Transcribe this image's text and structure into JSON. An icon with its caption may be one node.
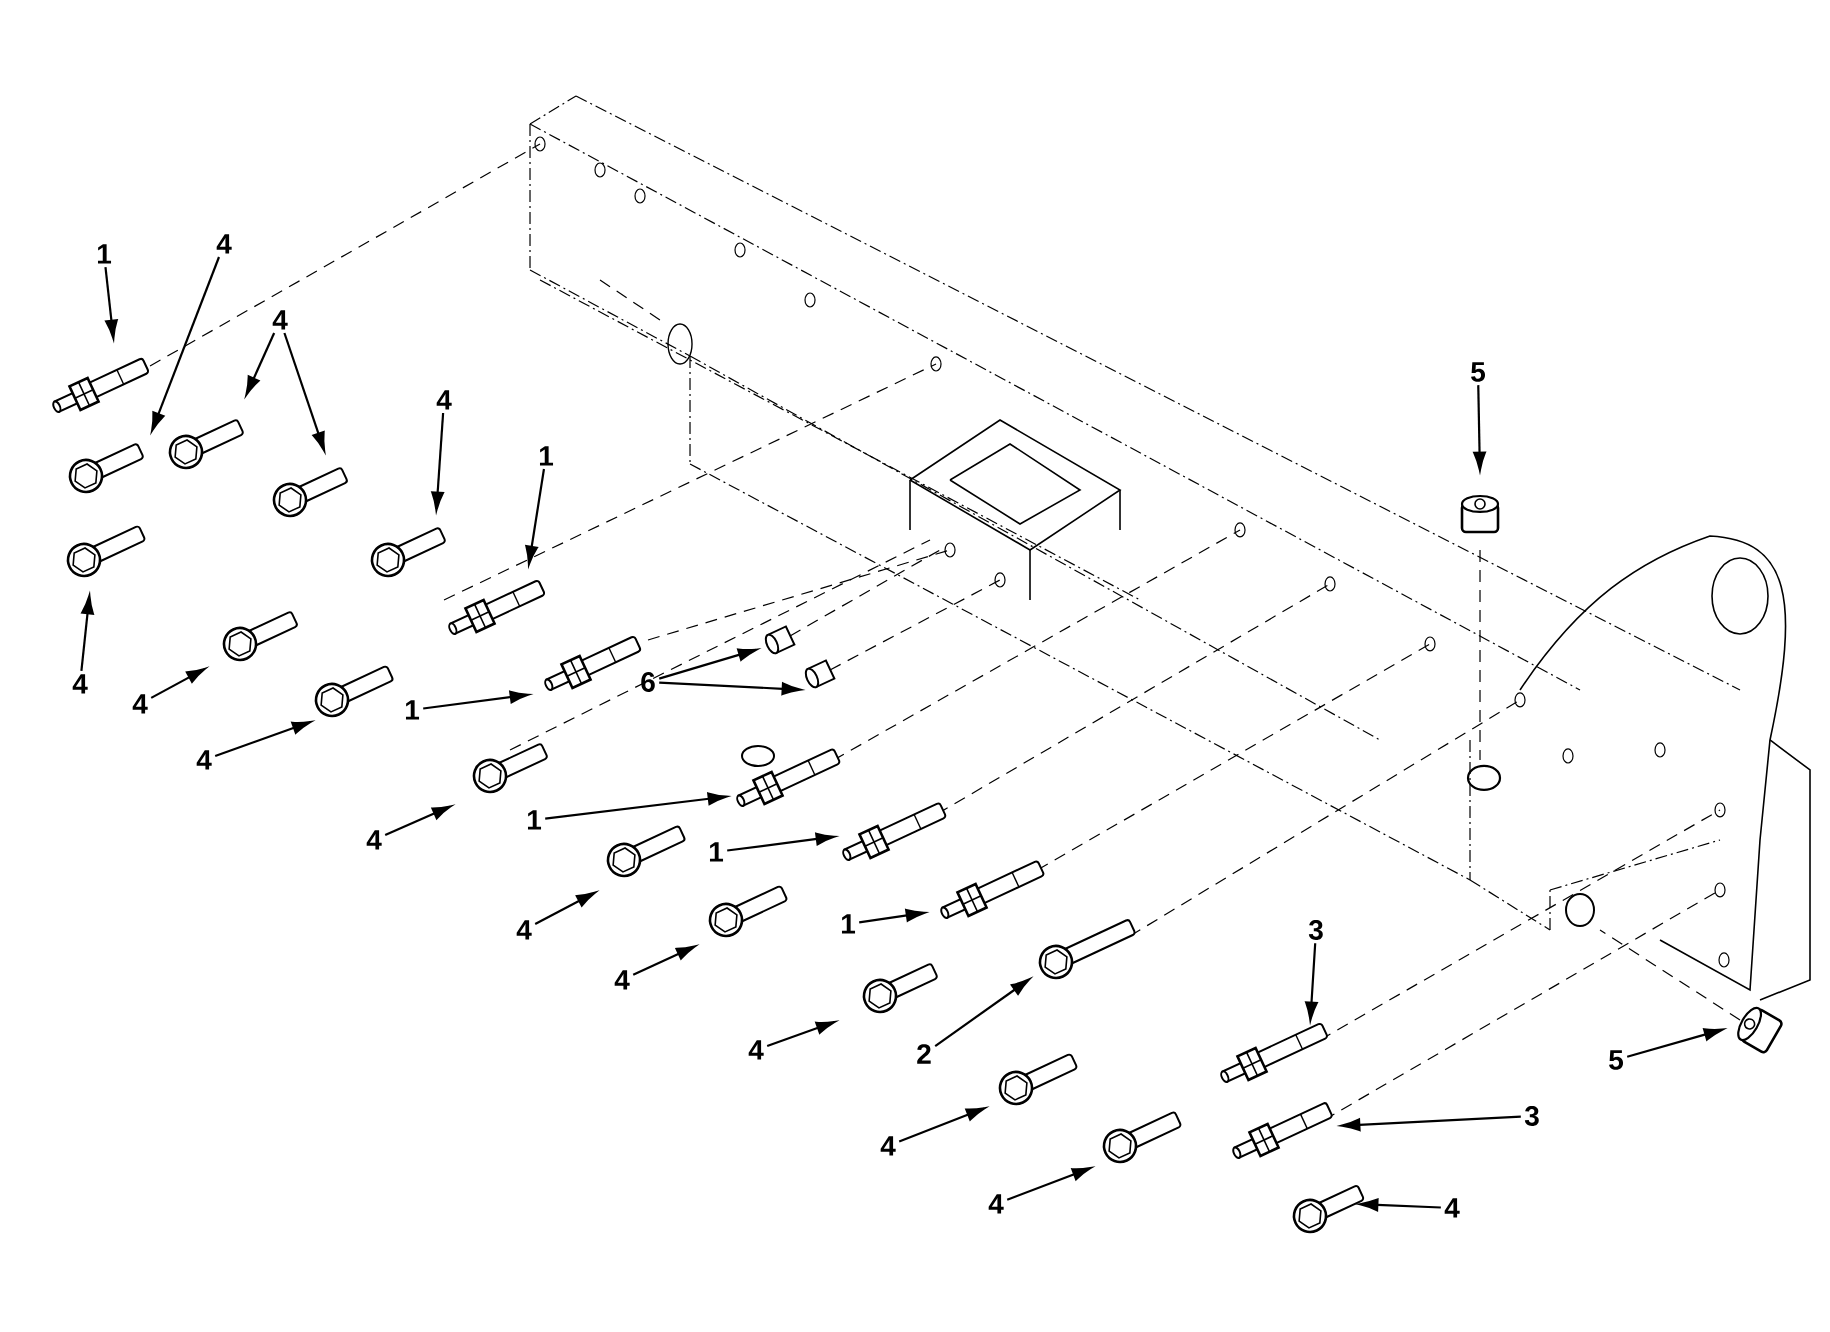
{
  "diagram": {
    "nodes": [
      {
        "text": [
          "1"
        ]
      },
      {
        "text": [
          "4"
        ]
      },
      {
        "text": [
          "4"
        ]
      },
      {
        "text": [
          "5"
        ]
      },
      {
        "text": [
          "4"
        ]
      },
      {
        "text": [
          "1"
        ]
      },
      {
        "text": [
          "4"
        ]
      },
      {
        "text": [
          "6"
        ]
      },
      {
        "text": [
          "4"
        ]
      },
      {
        "text": [
          "1"
        ]
      },
      {
        "text": [
          "4"
        ]
      },
      {
        "text": [
          "1"
        ]
      },
      {
        "text": [
          "4"
        ]
      },
      {
        "text": [
          "1"
        ]
      },
      {
        "text": [
          "1"
        ]
      },
      {
        "text": [
          "3"
        ]
      },
      {
        "text": [
          "4"
        ]
      },
      {
        "text": [
          "4"
        ]
      },
      {
        "text": [
          "2"
        ]
      },
      {
        "text": [
          "4"
        ]
      },
      {
        "text": [
          "5"
        ]
      },
      {
        "text": [
          "3"
        ]
      },
      {
        "text": [
          "4"
        ]
      },
      {
        "text": [
          "4"
        ]
      },
      {
        "text": [
          "4"
        ]
      },
      {
        "text": [],
        "shape": "stud"
      },
      {
        "text": [],
        "shape": "bolt"
      },
      {
        "text": [],
        "shape": "bolt"
      },
      {
        "text": [],
        "shape": "bolt"
      },
      {
        "text": [],
        "shape": "nut"
      },
      {
        "text": [],
        "shape": "bolt"
      },
      {
        "text": [],
        "shape": "stud"
      },
      {
        "text": [],
        "shape": "bolt"
      },
      {
        "text": [],
        "shape": "plug"
      },
      {
        "text": [],
        "shape": "plug"
      },
      {
        "text": [],
        "shape": "bolt"
      },
      {
        "text": [],
        "shape": "stud"
      },
      {
        "text": [],
        "shape": "bolt"
      },
      {
        "text": [],
        "shape": "stud"
      },
      {
        "text": [],
        "shape": "bolt"
      },
      {
        "text": [],
        "shape": "stud"
      },
      {
        "text": [],
        "shape": "stud"
      },
      {
        "text": [],
        "shape": "stud"
      },
      {
        "text": [],
        "shape": "bolt"
      },
      {
        "text": [],
        "shape": "bolt"
      },
      {
        "text": [],
        "shape": "bolt"
      },
      {
        "text": [],
        "shape": "bolt"
      },
      {
        "text": [],
        "shape": "nut"
      },
      {
        "text": [],
        "shape": "stud"
      },
      {
        "text": [],
        "shape": "bolt"
      },
      {
        "text": [],
        "shape": "bolt"
      },
      {
        "text": [],
        "shape": "bolt"
      }
    ],
    "edges": [
      {
        "from": 0,
        "to": 25,
        "arrow": "to"
      },
      {
        "from": 1,
        "to": 26,
        "arrow": "to"
      },
      {
        "from": 2,
        "to": 27,
        "arrow": "to"
      },
      {
        "from": 2,
        "to": 28,
        "arrow": "to"
      },
      {
        "from": 3,
        "to": 29,
        "arrow": "to"
      },
      {
        "from": 4,
        "to": 30,
        "arrow": "to"
      },
      {
        "from": 5,
        "to": 31,
        "arrow": "to"
      },
      {
        "from": 6,
        "to": 32,
        "arrow": "to"
      },
      {
        "from": 7,
        "to": 33,
        "arrow": "to"
      },
      {
        "from": 7,
        "to": 34,
        "arrow": "to"
      },
      {
        "from": 8,
        "to": 35,
        "arrow": "to"
      },
      {
        "from": 9,
        "to": 36,
        "arrow": "to"
      },
      {
        "from": 10,
        "to": 37,
        "arrow": "to"
      },
      {
        "from": 11,
        "to": 38,
        "arrow": "to"
      },
      {
        "from": 12,
        "to": 39,
        "arrow": "to"
      },
      {
        "from": 13,
        "to": 40,
        "arrow": "to"
      },
      {
        "from": 14,
        "to": 41,
        "arrow": "to"
      },
      {
        "from": 15,
        "to": 42,
        "arrow": "to"
      },
      {
        "from": 16,
        "to": 43,
        "arrow": "to"
      },
      {
        "from": 17,
        "to": 44,
        "arrow": "to"
      },
      {
        "from": 18,
        "to": 45,
        "arrow": "to"
      },
      {
        "from": 19,
        "to": 46,
        "arrow": "to"
      },
      {
        "from": 20,
        "to": 47,
        "arrow": "to"
      },
      {
        "from": 21,
        "to": 48,
        "arrow": "to"
      },
      {
        "from": 22,
        "to": 49,
        "arrow": "to"
      },
      {
        "from": 23,
        "to": 50,
        "arrow": "to"
      },
      {
        "from": 24,
        "to": 51,
        "arrow": "to"
      }
    ]
  }
}
